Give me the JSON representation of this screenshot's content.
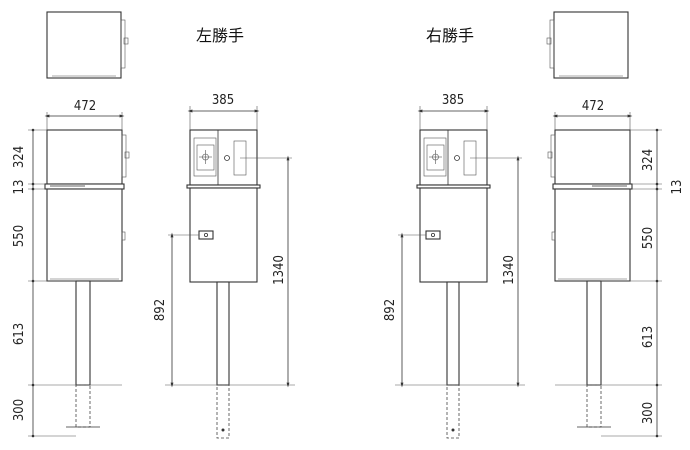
{
  "titles": {
    "left_hand": "左勝手",
    "right_hand": "右勝手"
  },
  "dimensions": {
    "side_width": "472",
    "front_width": "385",
    "upper_height": "324",
    "gap_height": "13",
    "lower_height": "550",
    "pole_height": "613",
    "buried_depth": "300",
    "lock_height": "892",
    "slot_height": "1340"
  }
}
